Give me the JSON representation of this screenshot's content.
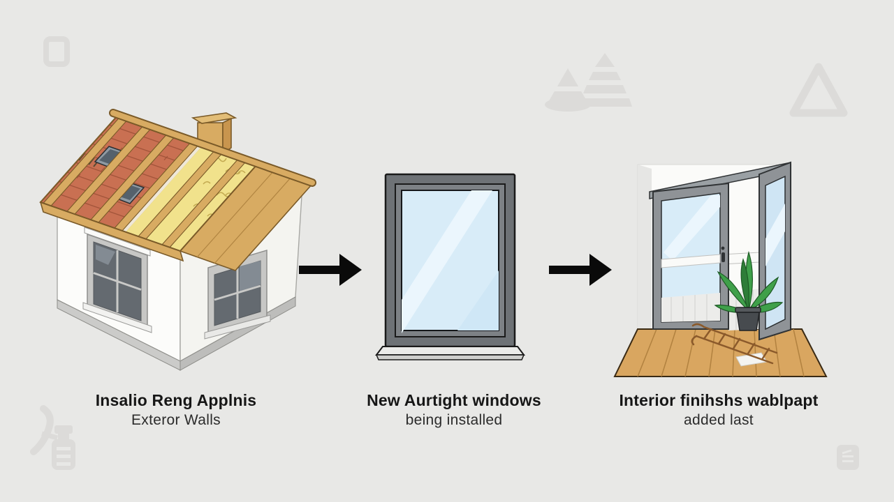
{
  "figure_title": "home renovation three step process diagram",
  "steps": [
    {
      "id": "insulation",
      "title": "Insalio Reng Applnis",
      "subtitle": "Exteror Walls",
      "illustration": "house-with-roof-insulation"
    },
    {
      "id": "windows",
      "title": "New Aurtight windows",
      "subtitle": "being installed",
      "illustration": "airtight-window"
    },
    {
      "id": "interior",
      "title": "Interior finihshs wablpapt",
      "subtitle": "added last",
      "illustration": "interior-open-door-plant"
    }
  ],
  "arrows": [
    {
      "direction": "right"
    },
    {
      "direction": "right"
    }
  ],
  "watermark_icons": [
    "square-outline",
    "traffic-cone",
    "striped-pyramid",
    "triangle-outline",
    "caulk-gun",
    "note-card"
  ],
  "palette": {
    "bg": "#e8e8e6",
    "ink": "#161616",
    "ink_soft": "#2b2b2b",
    "arrow": "#0a0a0a",
    "watermark": "#dcdbd9",
    "wall_white": "#fcfcfa",
    "wall_shade": "#f4f4f0",
    "plinth": "#cbcbc9",
    "plinth_dark": "#bdbdbb",
    "wood": "#d8ab62",
    "wood_side": "#c8954e",
    "wood_dark": "#7a5a28",
    "tile": "#c97052",
    "tile_line": "#a2543a",
    "tile_gap": "#efe8d8",
    "insulation": "#f1e28c",
    "insulation_line": "#c4ab52",
    "skylight_frame": "#8f9aa3",
    "skylight_glass": "#55616c",
    "frame_gray": "#c7c7c5",
    "frame_line": "#8e8e8c",
    "win_pane": "#646a70",
    "win_reflect": "#838b93",
    "big_frame": "#6e7276",
    "big_frame2": "#7d8185",
    "outline_dark": "#1a1a1a",
    "glass": "#d8ecf8",
    "glass_light": "#ebf6fd",
    "sill_top": "#ebebe9",
    "sill_front": "#d0d0ce",
    "interior_wall": "#fbfbf9",
    "interior_side": "#e6e6e4",
    "door_frame": "#8f9397",
    "door_frame_dark": "#303335",
    "balcony_floor": "#ececea",
    "floor_wood": "#d9a660",
    "floor_line": "#b1813f",
    "floor_edge": "#3a2a14",
    "plant": "#3fa04a",
    "plant_dark": "#2e7d38",
    "pot": "#474b4f",
    "ladder": "#8b5a2b",
    "paper": "#f4f4f2"
  }
}
